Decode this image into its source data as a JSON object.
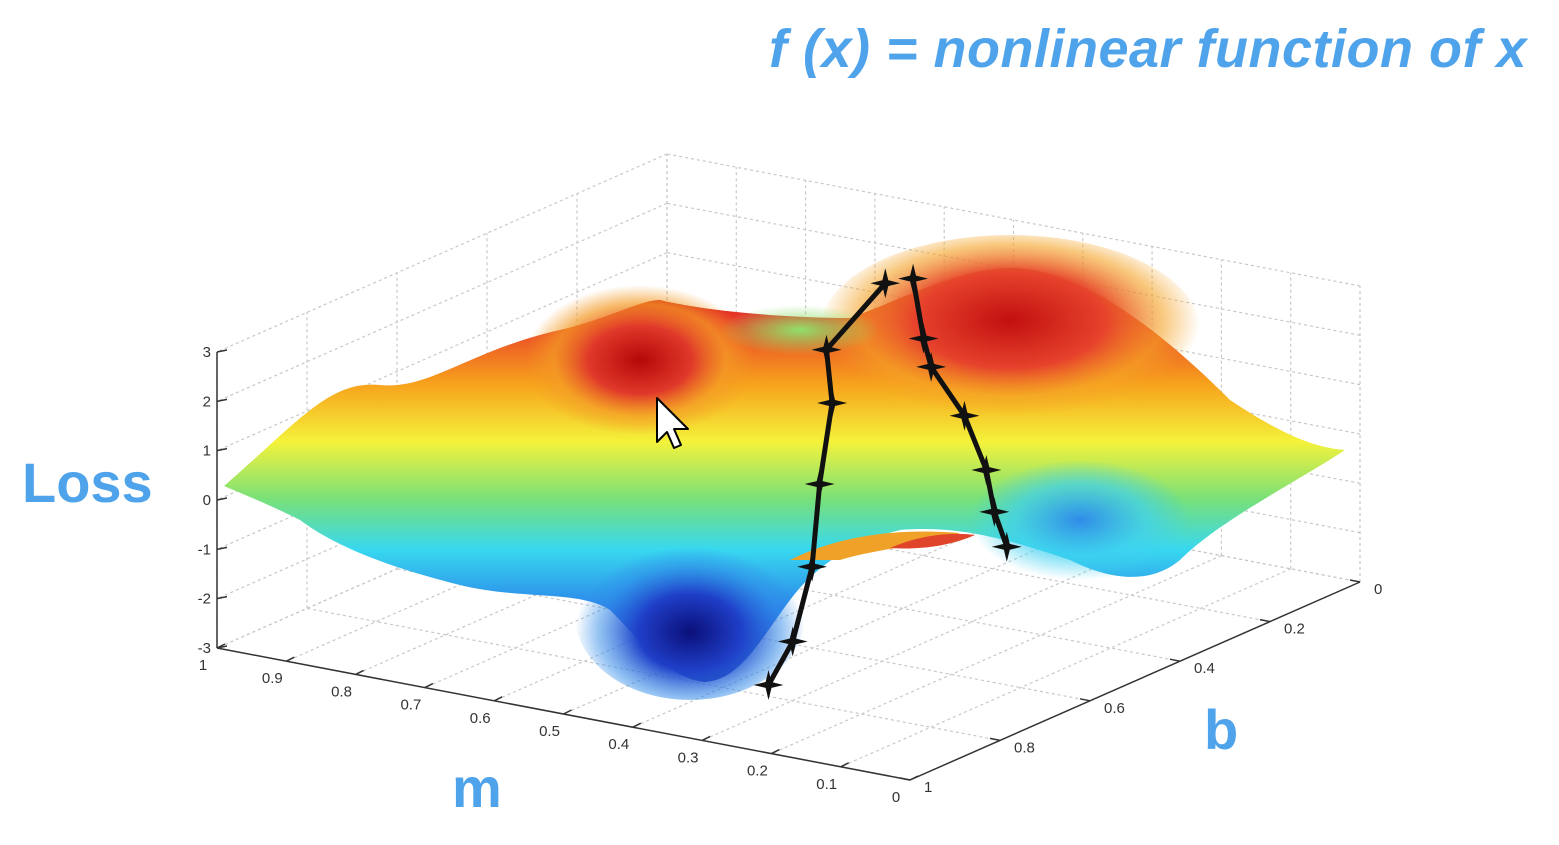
{
  "title": "f (x) = nonlinear function of x",
  "colors": {
    "label": "#4fa3ea",
    "grid": "#c8c8c8",
    "axis": "#333333",
    "path": "#111111"
  },
  "chart_data": {
    "type": "surface",
    "title": "",
    "xlabel": "m",
    "ylabel": "b",
    "zlabel": "Loss",
    "xlim": [
      0,
      1
    ],
    "ylim": [
      0,
      1
    ],
    "zlim": [
      -3,
      3
    ],
    "x_ticks": [
      "0",
      "0.1",
      "0.2",
      "0.3",
      "0.4",
      "0.5",
      "0.6",
      "0.7",
      "0.8",
      "0.9",
      "1"
    ],
    "y_ticks": [
      "0",
      "0.2",
      "0.4",
      "0.6",
      "0.8",
      "1"
    ],
    "z_ticks": [
      "3",
      "2",
      "1",
      "0",
      "-1",
      "-2",
      "-3"
    ],
    "grid": true,
    "colormap": "jet",
    "series": [
      {
        "points": [
          {
            "m": 0.58,
            "b": 0.1,
            "loss": 2.0
          },
          {
            "m": 0.5,
            "b": 0.2,
            "loss": 1.4
          },
          {
            "m": 0.45,
            "b": 0.26,
            "loss": 1.2
          },
          {
            "m": 0.35,
            "b": 0.34,
            "loss": 0.8
          },
          {
            "m": 0.26,
            "b": 0.43,
            "loss": 0.3
          },
          {
            "m": 0.19,
            "b": 0.52,
            "loss": 0.0
          },
          {
            "m": 0.12,
            "b": 0.6,
            "loss": -0.2
          }
        ]
      },
      {
        "points": [
          {
            "m": 0.62,
            "b": 0.1,
            "loss": 1.8
          },
          {
            "m": 0.64,
            "b": 0.2,
            "loss": 0.8
          },
          {
            "m": 0.58,
            "b": 0.28,
            "loss": 0.2
          },
          {
            "m": 0.52,
            "b": 0.4,
            "loss": -0.8
          },
          {
            "m": 0.44,
            "b": 0.54,
            "loss": -1.7
          },
          {
            "m": 0.39,
            "b": 0.66,
            "loss": -2.6
          },
          {
            "m": 0.36,
            "b": 0.76,
            "loss": -3.0
          }
        ]
      }
    ]
  }
}
